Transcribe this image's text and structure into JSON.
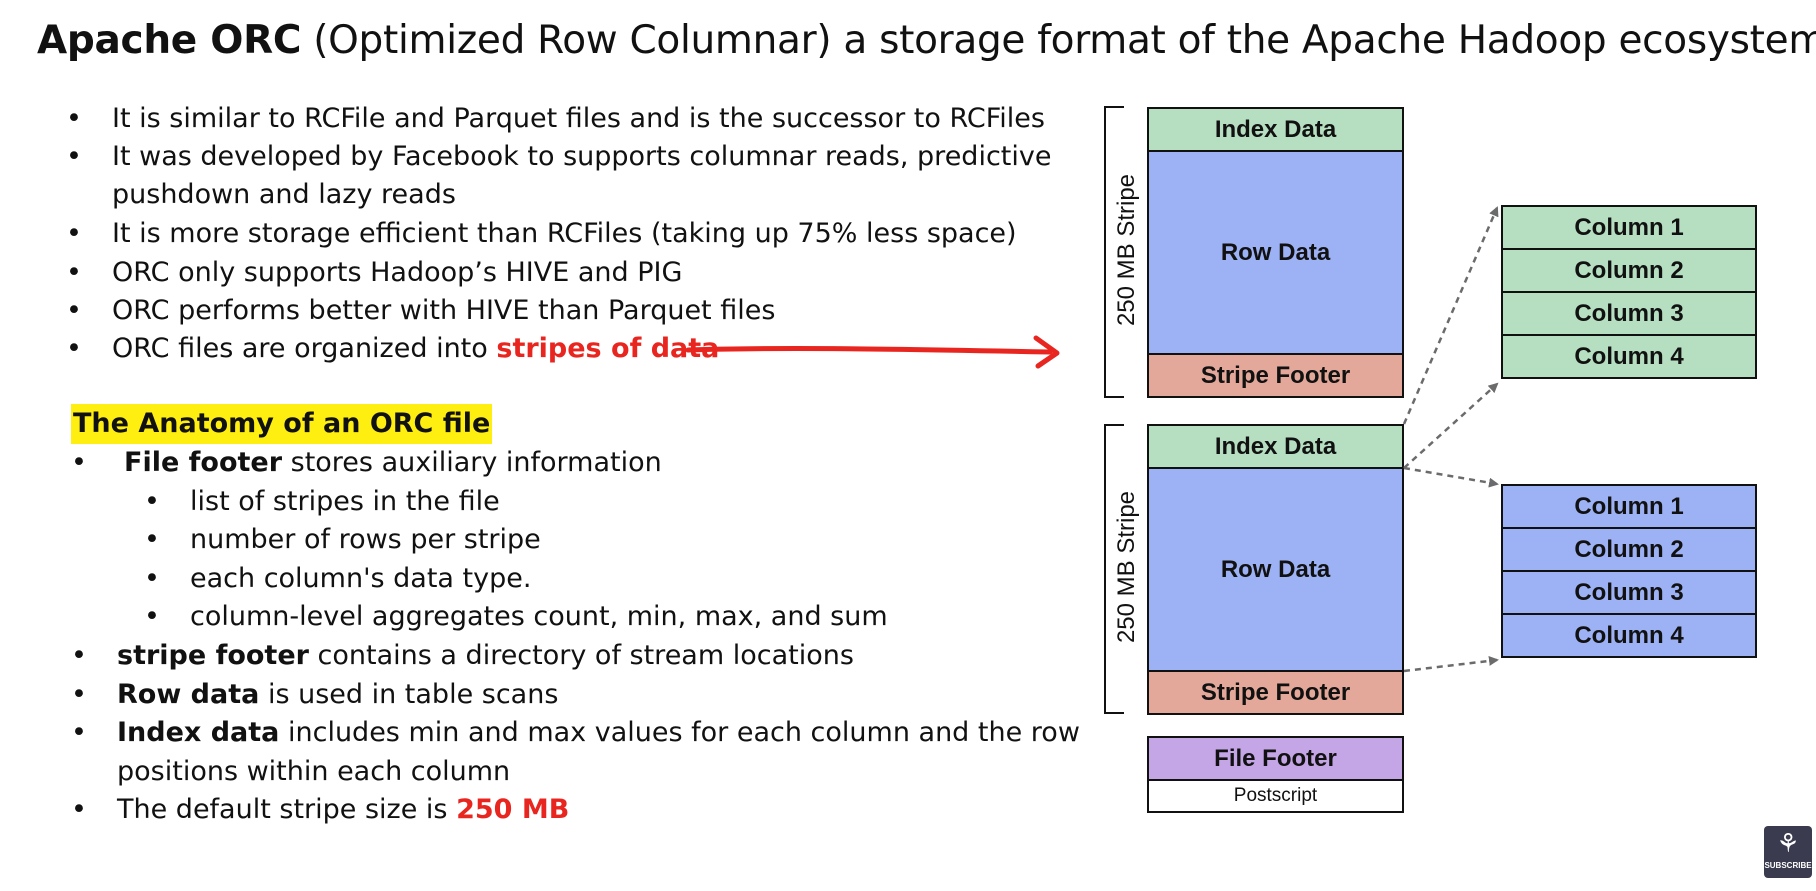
{
  "title": {
    "bold": "Apache ORC",
    "rest": " (Optimized Row Columnar) a storage format of the Apache Hadoop ecosystem"
  },
  "bullets": [
    "It is similar to RCFile and Parquet files and is the successor to RCFiles",
    "It was developed by Facebook to supports columnar reads, predictive",
    "pushdown and lazy reads",
    "It is more storage efficient than RCFiles (taking up 75% less space)",
    "ORC only supports Hadoop’s HIVE and PIG",
    "ORC performs better with HIVE than Parquet files"
  ],
  "stripes_bullet": {
    "text": "ORC files are organized into ",
    "highlight": "stripes of data"
  },
  "anatomy": {
    "heading": "The Anatomy of an ORC file",
    "file_footer": {
      "bold": "File footer",
      "text": " stores auxiliary information"
    },
    "sub_items": [
      "list of stripes in the file",
      "number of rows per stripe",
      "each column's data type.",
      "column-level aggregates count, min, max, and sum"
    ],
    "stripe_footer": {
      "bold": "stripe footer",
      "text": " contains a directory of stream locations"
    },
    "row_data": {
      "bold": "Row data",
      "text": " is used in table scans"
    },
    "index_data": {
      "bold": "Index data",
      "text": " includes min and max values for each column and the row"
    },
    "index_data_cont": "positions within each column",
    "default_size": {
      "text": "The default stripe size is ",
      "highlight": "250 MB"
    }
  },
  "diagram": {
    "stripe_label": "250 MB Stripe",
    "index_data": "Index Data",
    "row_data": "Row Data",
    "stripe_footer": "Stripe Footer",
    "file_footer": "File Footer",
    "postscript": "Postscript",
    "columns": [
      "Column 1",
      "Column 2",
      "Column 3",
      "Column 4"
    ]
  },
  "colors": {
    "index": "#b6dfc1",
    "row": "#9db2f5",
    "footer": "#e4a89a",
    "file_footer": "#c4a6e6",
    "accent_red": "#e8261f",
    "highlight_yellow": "#ffef10"
  },
  "badge": {
    "label": "SUBSCRIBE"
  }
}
